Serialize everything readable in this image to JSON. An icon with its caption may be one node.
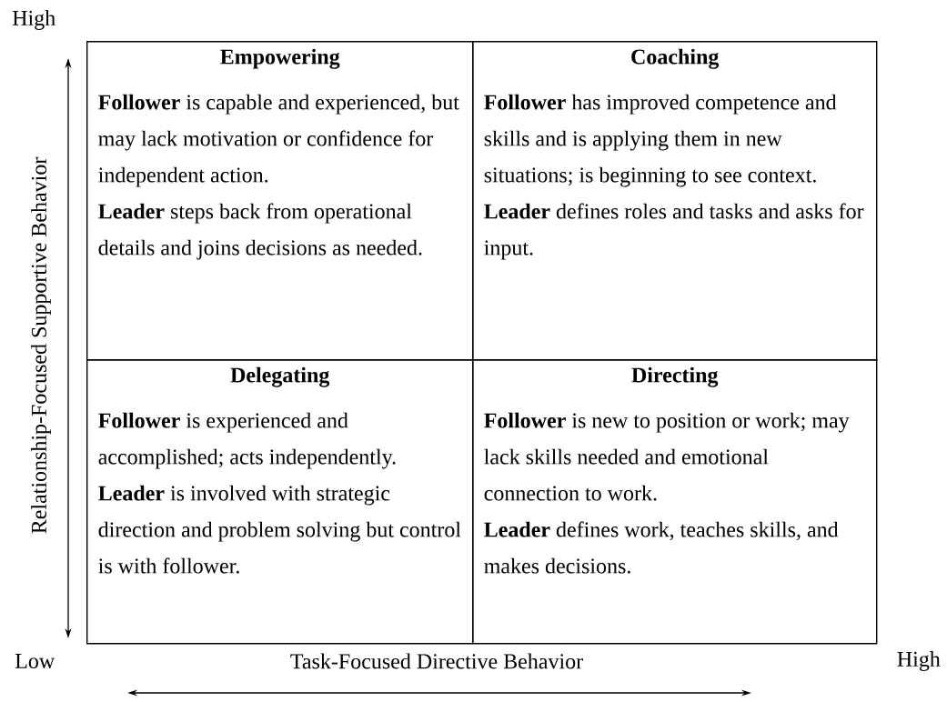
{
  "diagram": {
    "nodes": [
      {
        "text": [
          "Empowering",
          "**Follower** is capable and experienced, but may lack motivation or confidence for independent action.",
          "**Leader** steps back from operational details and joins decisions as needed."
        ]
      },
      {
        "text": [
          "Coaching",
          "**Follower** has improved competence and skills and is applying them in new situations; is beginning to see context.",
          "**Leader** defines roles and tasks and asks for input."
        ]
      },
      {
        "text": [
          "Delegating",
          "**Follower** is experienced and accomplished; acts independently.",
          "**Leader** is involved with strategic direction and problem solving but control is with follower."
        ]
      },
      {
        "text": [
          "Directing",
          "**Follower** is new to position or work; may lack skills needed and emotional connection to work.",
          "**Leader** defines work, teaches skills, and makes decisions."
        ]
      }
    ],
    "labels": [
      "High",
      "Relationship-Focused Supportive Behavior",
      "Low",
      "Task-Focused Directive Behavior",
      "High"
    ]
  }
}
